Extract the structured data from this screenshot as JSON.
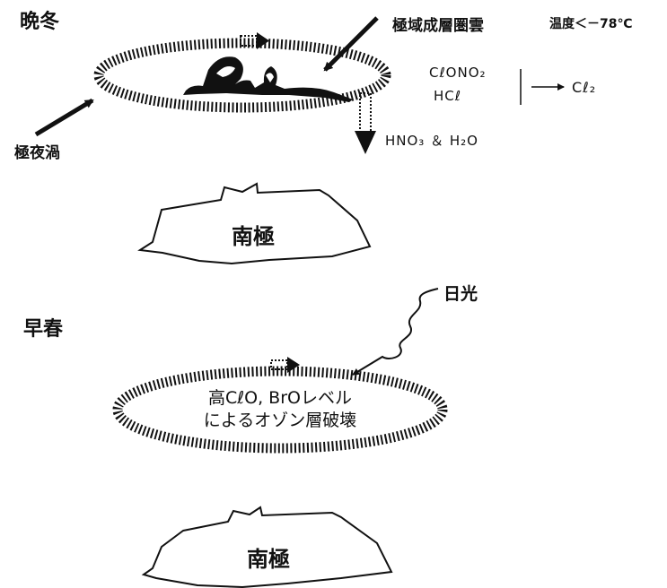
{
  "late_winter": {
    "season_label": "晩冬",
    "psc_label": "極域成層圏雲",
    "temperature_label": "温度＜－78℃",
    "vortex_label": "極夜渦",
    "reservoir_1": "CℓONO₂",
    "reservoir_2": "HCℓ",
    "product": "Cℓ₂",
    "sediment": "HNO₃ ＆ H₂O",
    "continent_label": "南極"
  },
  "early_spring": {
    "season_label": "早春",
    "sunlight_label": "日光",
    "depletion_line_1": "高CℓO, BrOレベル",
    "depletion_line_2": "によるオゾン層破壊",
    "continent_label": "南極"
  },
  "colors": {
    "ink": "#111111",
    "background": "#ffffff"
  }
}
